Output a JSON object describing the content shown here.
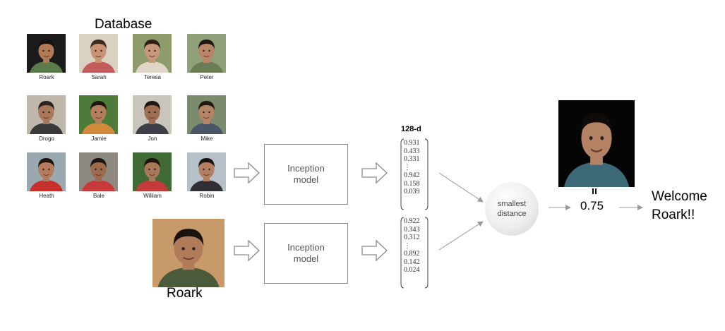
{
  "database": {
    "title": "Database",
    "people": [
      {
        "name": "Roark"
      },
      {
        "name": "Sarah"
      },
      {
        "name": "Teresa"
      },
      {
        "name": "Peter"
      },
      {
        "name": "Drogo"
      },
      {
        "name": "Jamie"
      },
      {
        "name": "Jon"
      },
      {
        "name": "Mike"
      },
      {
        "name": "Heath"
      },
      {
        "name": "Bale"
      },
      {
        "name": "William"
      },
      {
        "name": "Robin"
      }
    ]
  },
  "model": {
    "label_line1": "Inception",
    "label_line2": "model"
  },
  "embedding": {
    "dim_label": "128-d",
    "database_vector": [
      "0.931",
      "0.433",
      "0.331",
      "⋮",
      "0.942",
      "0.158",
      "0.039"
    ],
    "probe_vector": [
      "0.922",
      "0.343",
      "0.312",
      "⋮",
      "0.892",
      "0.142",
      "0.024"
    ]
  },
  "comparison": {
    "line1": "smallest",
    "line2": "distance"
  },
  "result": {
    "score": "0.75",
    "line1": "Welcome",
    "line2": "Roark!!"
  },
  "probe": {
    "name": "Roark"
  }
}
